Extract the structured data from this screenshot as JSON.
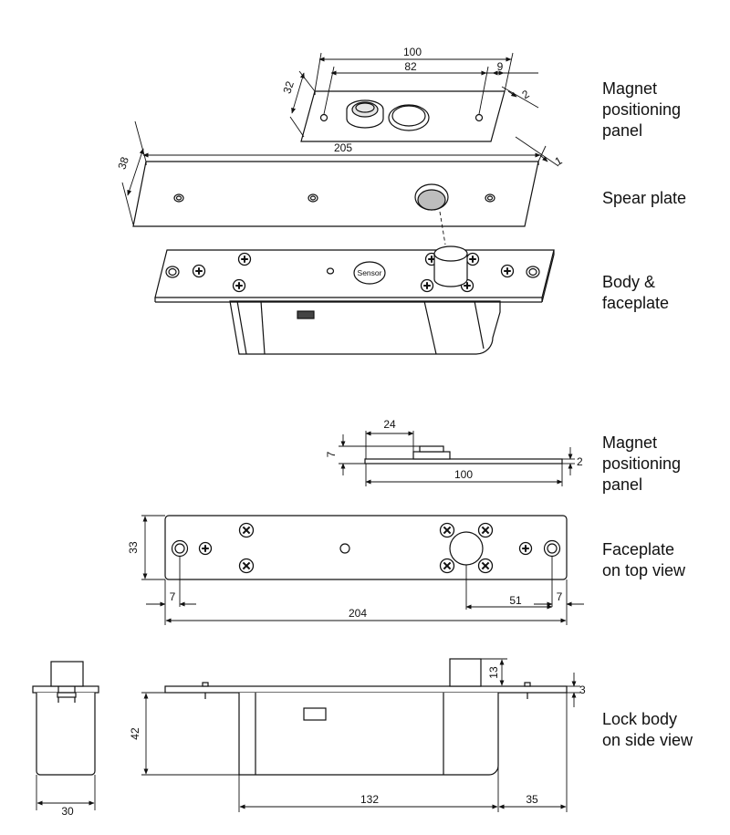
{
  "labels": {
    "magnet_panel": [
      "Magnet",
      "positioning",
      "panel"
    ],
    "spear_plate": [
      "Spear plate"
    ],
    "body_faceplate": [
      "Body &",
      "faceplate"
    ],
    "magnet_panel_side": [
      "Magnet",
      "positioning",
      "panel"
    ],
    "faceplate_top": [
      "Faceplate",
      "on top view"
    ],
    "lock_body_side": [
      "Lock body",
      "on side view"
    ]
  },
  "sensor_label": "Sensor",
  "dimensions": {
    "magnet_len": "100",
    "magnet_hole_span": "82",
    "magnet_edge": "9",
    "magnet_thick": "2",
    "magnet_width": "32",
    "spear_len": "205",
    "spear_thick": "1",
    "spear_width": "38",
    "side_magnet_offset": "24",
    "side_magnet_height": "7",
    "side_magnet_thick": "2",
    "side_magnet_len": "100",
    "face_height": "33",
    "face_left_edge": "7",
    "face_len": "204",
    "face_bolt_offset": "51",
    "face_right_edge": "7",
    "bolt_height": "13",
    "plate_thick": "3",
    "body_depth": "42",
    "body_width": "30",
    "body_len": "132",
    "bolt_end": "35"
  }
}
